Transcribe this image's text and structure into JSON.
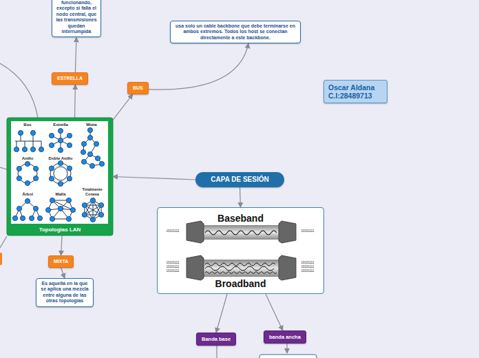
{
  "diagram": {
    "nodes": [
      {
        "text": [
          "funcionando, excepto si falla el nodo central, que las transmisiones quedan interrumpida"
        ]
      },
      {
        "text": [
          "usa solo un cable backbone que debe terminarse en ambos extremos. Todos los host se conectan directamente a este backbone."
        ]
      },
      {
        "text": [
          "ESTRELLA"
        ]
      },
      {
        "text": [
          "BUS"
        ]
      },
      {
        "text": [
          "Oscar Aldana C.I:28489713"
        ]
      },
      {
        "text": [
          "Topologias LAN"
        ]
      },
      {
        "text": [
          "CAPA DE SESIÓN"
        ]
      },
      {
        "text": [
          "Baseband",
          "Broadband"
        ]
      },
      {
        "text": [
          "MIXTA"
        ]
      },
      {
        "text": [
          "Es aquella en la que se aplica una mezcla entre alguna de las otras topologías"
        ]
      },
      {
        "text": [
          "Banda base"
        ]
      },
      {
        "text": [
          "banda ancha"
        ]
      }
    ],
    "edges": [
      {
        "from": 2,
        "to": 0,
        "arrow": "to"
      },
      {
        "from": 5,
        "to": 2,
        "arrow": "to"
      },
      {
        "from": 5,
        "to": 3,
        "arrow": "to"
      },
      {
        "from": 3,
        "to": 1,
        "arrow": "to"
      },
      {
        "from": 6,
        "to": 5,
        "arrow": "to"
      },
      {
        "from": 6,
        "to": 7,
        "arrow": "to"
      },
      {
        "from": 5,
        "to": 8,
        "arrow": "to"
      },
      {
        "from": 8,
        "to": 9,
        "arrow": "to"
      },
      {
        "from": 7,
        "to": 10,
        "arrow": "to"
      },
      {
        "from": 7,
        "to": 11,
        "arrow": "to"
      }
    ],
    "labels": [
      "Bus",
      "Estrella",
      "Mixta",
      "Anillo",
      "Doble Anillo",
      "Árbol",
      "Malla",
      "Totalmente Conexa",
      "10101111",
      "10101111",
      "10101111",
      "10101111",
      "10101111",
      "10101111",
      "10101111",
      "10101111"
    ]
  }
}
